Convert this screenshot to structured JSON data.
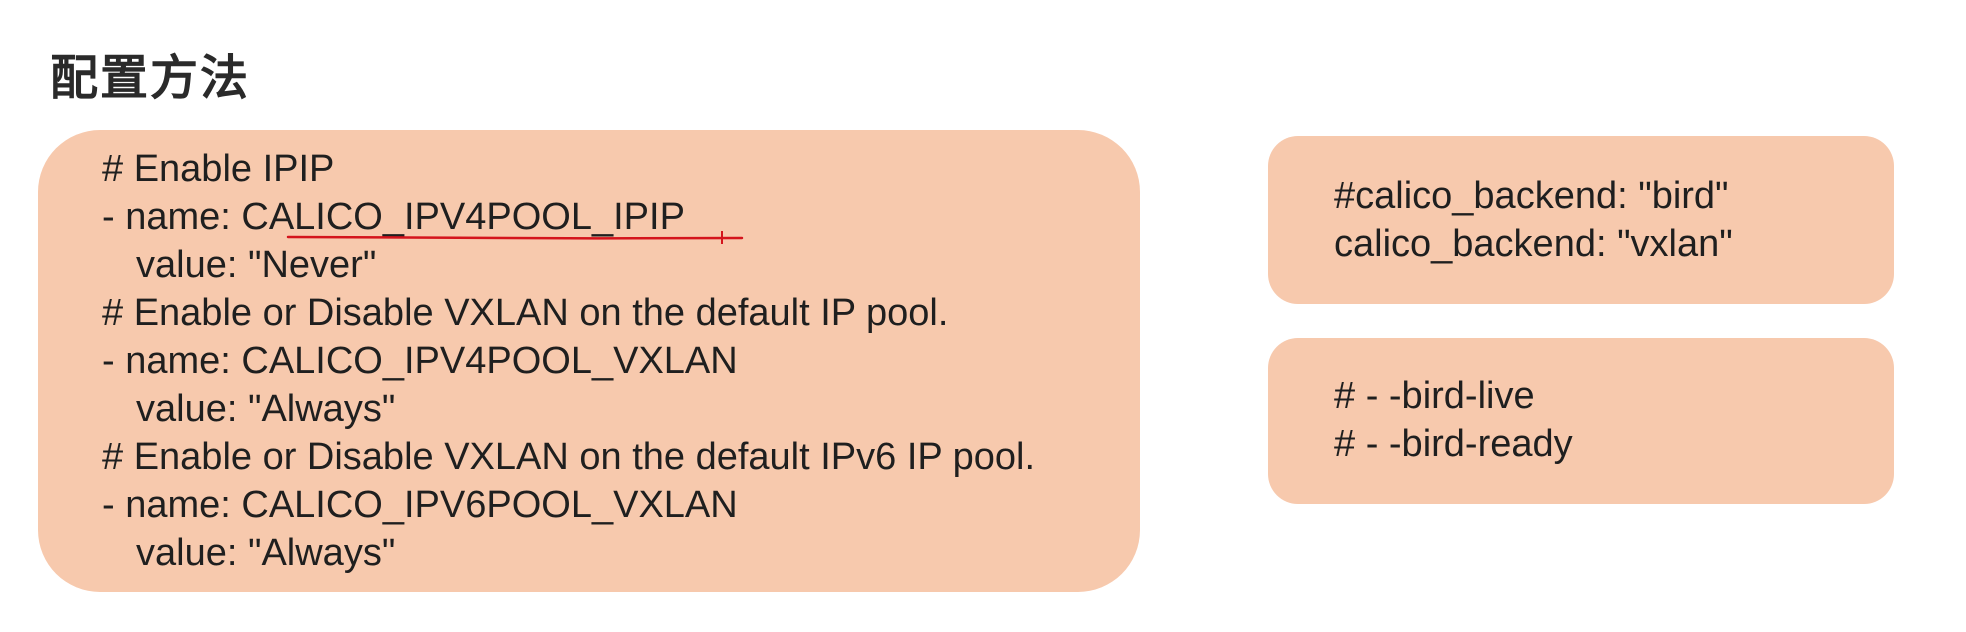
{
  "page": {
    "title": "配置方法"
  },
  "main_card": {
    "lines": [
      "# Enable IPIP",
      "- name: CALICO_IPV4POOL_IPIP",
      "value: \"Never\"",
      "# Enable or Disable VXLAN on the default IP pool.",
      "- name: CALICO_IPV4POOL_VXLAN",
      "value: \"Always\"",
      "# Enable or Disable VXLAN on the default IPv6 IP pool.",
      "- name: CALICO_IPV6POOL_VXLAN",
      "value: \"Always\""
    ]
  },
  "backend_card": {
    "lines": [
      "#calico_backend: \"bird\"",
      "calico_backend: \"vxlan\""
    ]
  },
  "probe_card": {
    "lines": [
      "# - -bird-live",
      "# - -bird-ready"
    ]
  },
  "colors": {
    "card_background": "#f7c9ad",
    "underline_annotation": "#d4141c",
    "text": "#1f1f1f"
  }
}
